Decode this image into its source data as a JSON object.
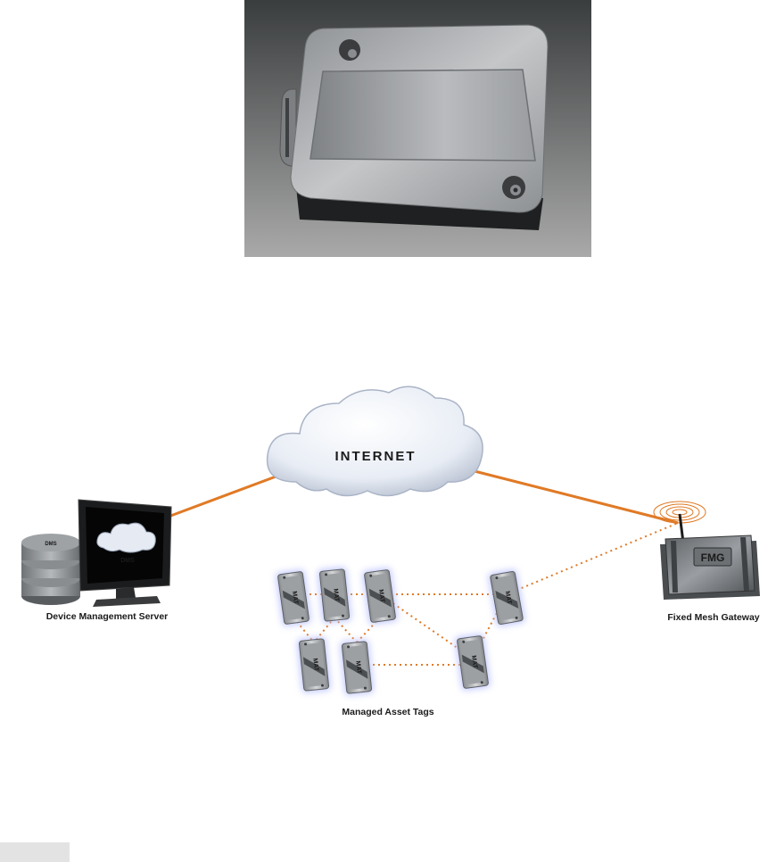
{
  "colors": {
    "link": "#e07a26",
    "mesh": "#e07a26",
    "tag_glow": "#b9c1ff"
  },
  "diagram": {
    "cloud_label": "INTERNET",
    "server": {
      "label": "Device Management Server",
      "screen_text": "DMS",
      "db_text": "DMS"
    },
    "gateway": {
      "label": "Fixed Mesh Gateway",
      "box_text": "FMG"
    },
    "tags": {
      "group_label": "Managed Asset Tags",
      "tag_text": "MAT"
    }
  }
}
